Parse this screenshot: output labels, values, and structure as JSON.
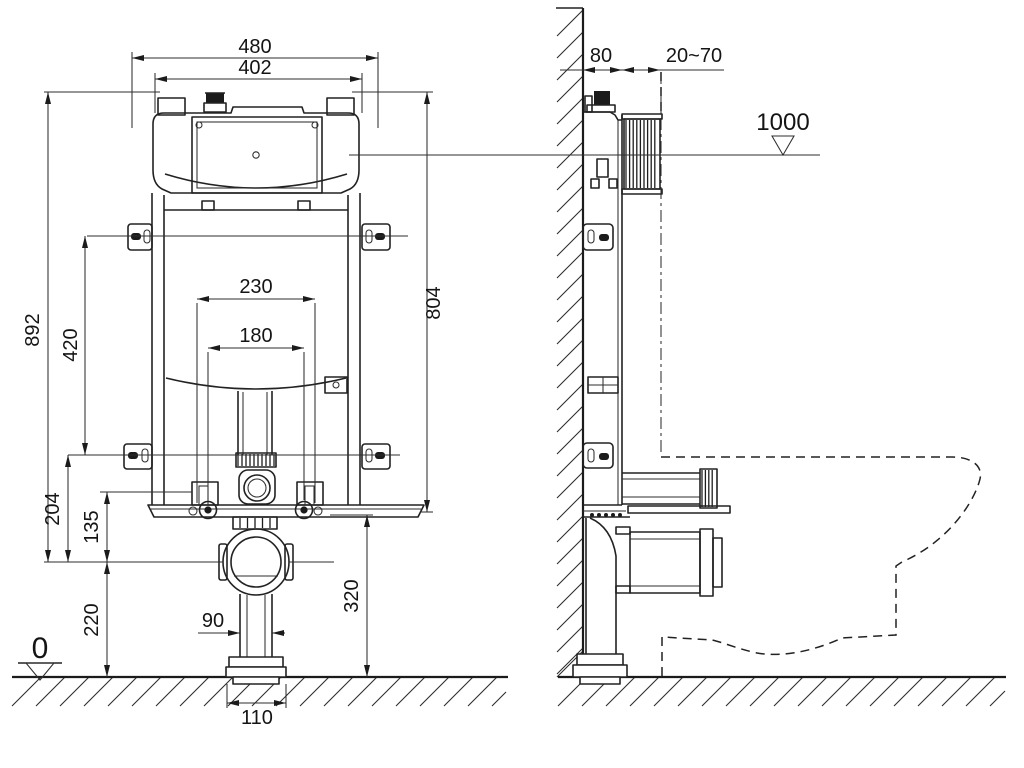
{
  "front_view": {
    "cistern_width_outer": "480",
    "cistern_width": "402",
    "overall_height": "892",
    "bracket_spacing": "420",
    "bracket_to_outlet_center": "204",
    "fixing_to_outlet_center": "135",
    "outlet_center_above_floor": "220",
    "fixing_bolt_spacing_outer": "230",
    "fixing_bolt_spacing_inner": "180",
    "frame_height": "804",
    "frame_bottom_above_floor": "320",
    "outlet_pipe_diameter": "90",
    "floor_flange_width": "110",
    "floor_datum_level": "0"
  },
  "side_view": {
    "frame_depth": "80",
    "wall_finish_adjustment": "20~70",
    "actuator_center_level": "1000"
  },
  "colors": {
    "line": "#222222",
    "background": "#ffffff"
  }
}
